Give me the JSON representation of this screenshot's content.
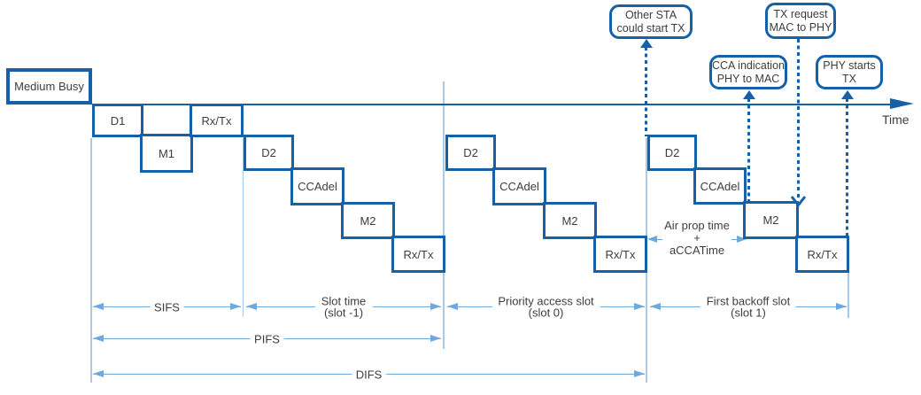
{
  "axis": {
    "label": "Time"
  },
  "medium_busy": "Medium Busy",
  "callouts": {
    "other_sta": {
      "line1": "Other STA",
      "line2": "could start TX"
    },
    "tx_request": {
      "line1": "TX request",
      "line2": "MAC to PHY"
    },
    "cca_indication": {
      "line1": "CCA indication",
      "line2": "PHY to MAC"
    },
    "phy_starts": {
      "line1": "PHY starts",
      "line2": "TX"
    }
  },
  "boxes": {
    "d1": "D1",
    "m1": "M1",
    "rxtx1": "Rx/Tx",
    "d2a": "D2",
    "ccadel_a": "CCAdel",
    "m2a": "M2",
    "rxtx2": "Rx/Tx",
    "d2b": "D2",
    "ccadel_b": "CCAdel",
    "m2b": "M2",
    "rxtx3": "Rx/Tx",
    "d2c": "D2",
    "ccadel_c": "CCAdel",
    "m2c": "M2",
    "rxtx4": "Rx/Tx"
  },
  "air_prop": {
    "line1": "Air prop time",
    "line2": "+",
    "line3": "aCCATime"
  },
  "dimensions": {
    "sifs": {
      "label": "SIFS"
    },
    "slot_time": {
      "label": "Slot time",
      "sub": "(slot -1)"
    },
    "priority": {
      "label": "Priority access slot",
      "sub": "(slot 0)"
    },
    "backoff": {
      "label": "First backoff slot",
      "sub": "(slot 1)"
    },
    "pifs": {
      "label": "PIFS"
    },
    "difs": {
      "label": "DIFS"
    }
  },
  "colors": {
    "dark_blue": "#1660a8",
    "arrow_blue": "#6fa8dc",
    "pale_blue": "#a9c9e8",
    "text": "#3d3d3d",
    "background": "#ffffff"
  }
}
